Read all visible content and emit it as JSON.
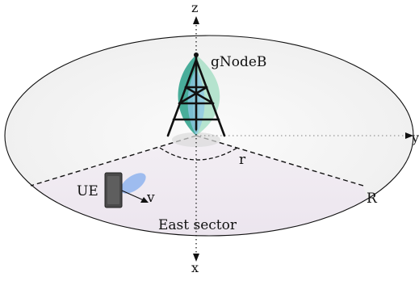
{
  "axes": {
    "z": "z",
    "y": "y",
    "x": "x"
  },
  "labels": {
    "base_station": "gNodeB",
    "user_equipment": "UE",
    "velocity": "v",
    "radius_inner": "r",
    "radius_outer": "R",
    "sector": "East sector"
  },
  "colors": {
    "disc_fill": "#efefef",
    "sector_fill": "#ece5ee",
    "beam_dark": "#2aa08a",
    "beam_light": "#9fdcc0",
    "beam_blue": "#8ec6e6",
    "ue_beam": "#8fb4ef",
    "ue_body": "#4a4a4a",
    "outline": "#111111"
  }
}
